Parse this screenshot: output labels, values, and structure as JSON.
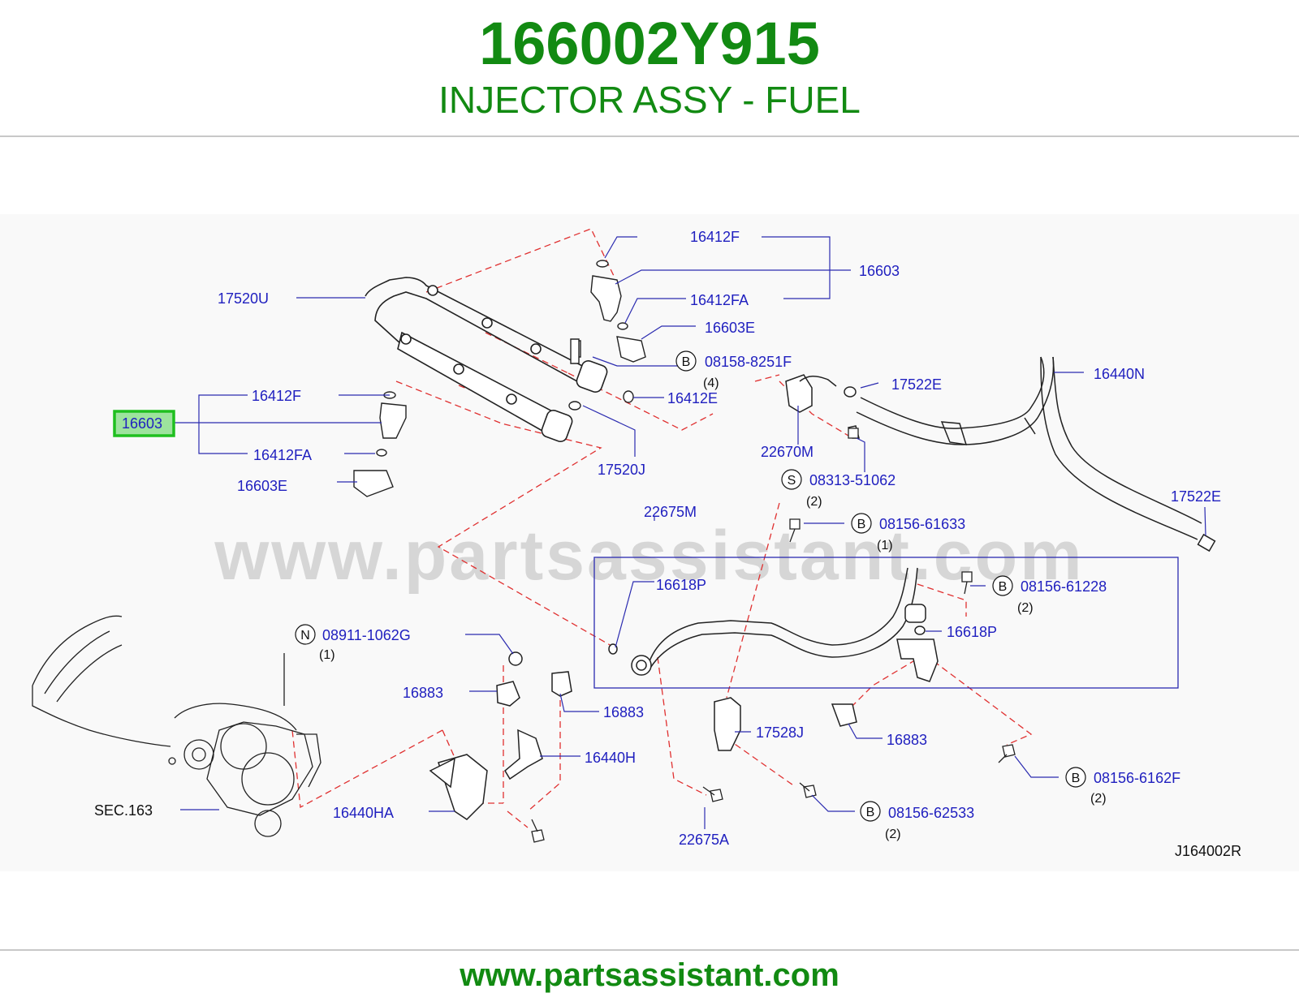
{
  "header": {
    "part_number": "166002Y915",
    "part_name": "INJECTOR ASSY - FUEL"
  },
  "watermark": "www.partsassistant.com",
  "footer": {
    "url": "www.partsassistant.com"
  },
  "diagram_code": "J164002R",
  "section_ref": "SEC.163",
  "highlighted_part": "16603",
  "colors": {
    "title_green": "#128a12",
    "label_blue": "#1f1fbf",
    "highlight_green": "#22cc22",
    "dashed_red": "#e03030",
    "leader_blue": "#2b2bb0"
  },
  "callouts": [
    {
      "id": "c1",
      "text": "16412F"
    },
    {
      "id": "c2",
      "text": "16603"
    },
    {
      "id": "c3",
      "text": "16412FA"
    },
    {
      "id": "c4",
      "text": "16603E"
    },
    {
      "id": "c5",
      "text": "17520U"
    },
    {
      "id": "c6",
      "text": "08158-8251F",
      "prefix": "B",
      "qty": "(4)"
    },
    {
      "id": "c7",
      "text": "16412E"
    },
    {
      "id": "c8",
      "text": "16412F"
    },
    {
      "id": "c9",
      "text": "16412FA"
    },
    {
      "id": "c10",
      "text": "16603E"
    },
    {
      "id": "c11",
      "text": "17520J"
    },
    {
      "id": "c12",
      "text": "17522E"
    },
    {
      "id": "c13",
      "text": "16440N"
    },
    {
      "id": "c14",
      "text": "22670M"
    },
    {
      "id": "c15",
      "text": "08313-51062",
      "prefix": "S",
      "qty": "(2)"
    },
    {
      "id": "c16",
      "text": "22675M"
    },
    {
      "id": "c17",
      "text": "08156-61633",
      "prefix": "B",
      "qty": "(1)"
    },
    {
      "id": "c18",
      "text": "17522E"
    },
    {
      "id": "c19",
      "text": "16618P"
    },
    {
      "id": "c20",
      "text": "08156-61228",
      "prefix": "B",
      "qty": "(2)"
    },
    {
      "id": "c21",
      "text": "16618P"
    },
    {
      "id": "c22",
      "text": "08911-1062G",
      "prefix": "N",
      "qty": "(1)"
    },
    {
      "id": "c23",
      "text": "16883"
    },
    {
      "id": "c24",
      "text": "16883"
    },
    {
      "id": "c25",
      "text": "16440H"
    },
    {
      "id": "c26",
      "text": "17528J"
    },
    {
      "id": "c27",
      "text": "16883"
    },
    {
      "id": "c28",
      "text": "16440HA"
    },
    {
      "id": "c29",
      "text": "08156-6162F",
      "prefix": "B",
      "qty": "(2)"
    },
    {
      "id": "c30",
      "text": "08156-62533",
      "prefix": "B",
      "qty": "(2)"
    },
    {
      "id": "c31",
      "text": "22675A"
    }
  ]
}
